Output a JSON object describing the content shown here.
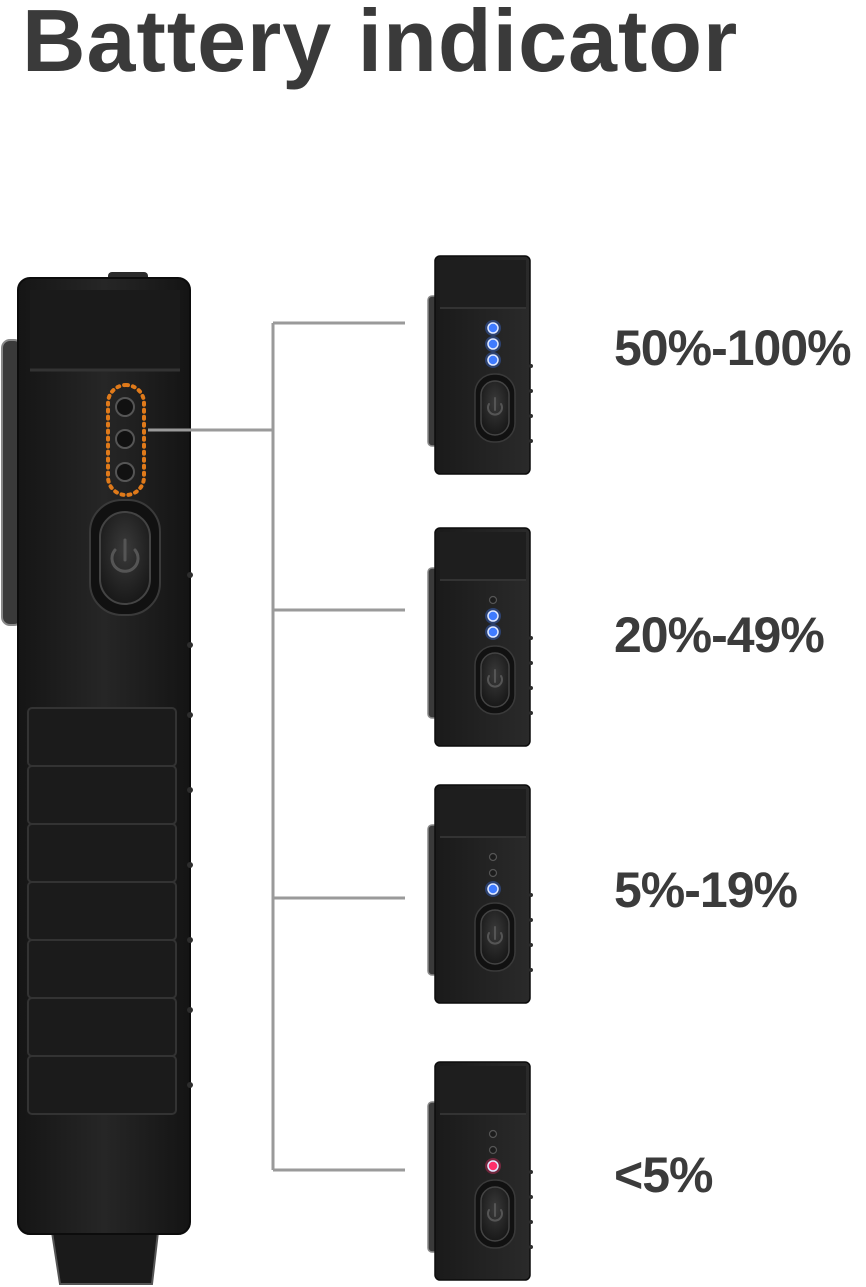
{
  "title": "Battery indicator",
  "colors": {
    "title": "#3a3a3a",
    "label": "#3b3b3b",
    "connector": "#9a9a9a",
    "highlight": "#e07a1a",
    "led_blue": "#3f7bff",
    "led_red": "#ff2d6a",
    "led_off": "#1c1c1c",
    "device_body": "#1e1e1e"
  },
  "levels": [
    {
      "label": "50%-100%",
      "leds_lit": 3,
      "led_color": "blue"
    },
    {
      "label": "20%-49%",
      "leds_lit": 2,
      "led_color": "blue"
    },
    {
      "label": "5%-19%",
      "leds_lit": 1,
      "led_color": "blue"
    },
    {
      "label": "<5%",
      "leds_lit": 1,
      "led_color": "red"
    }
  ],
  "icons": {
    "power_button": "power-icon",
    "indicator_highlight": "dotted-outline"
  }
}
